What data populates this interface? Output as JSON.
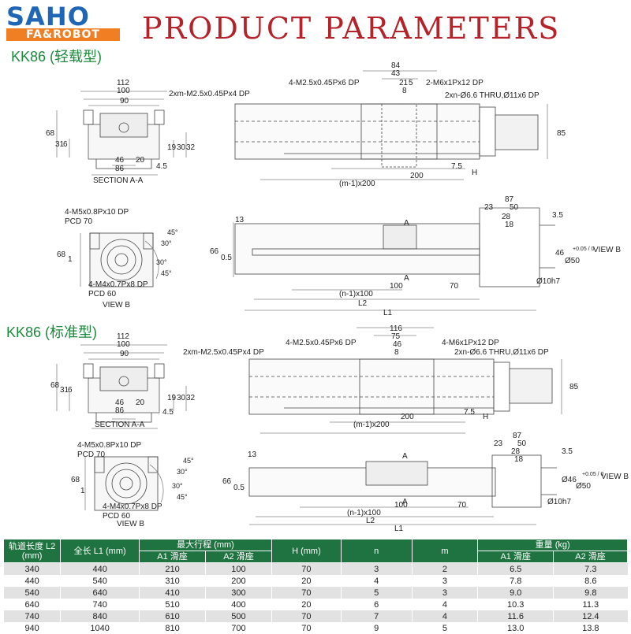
{
  "brand": {
    "logo_main": "SAHO",
    "logo_sub": "FA&ROBOT",
    "primary_color": "#1f66b7",
    "accent_color": "#f07e22"
  },
  "page_title": "PRODUCT PARAMETERS",
  "section_light": {
    "title": "KK86 (轻载型)",
    "section_view": {
      "dims": [
        "112",
        "100",
        "90",
        "68",
        "31",
        "6",
        "46",
        "20",
        "86",
        "19",
        "30",
        "32",
        "4.5"
      ],
      "caption": "SECTION A-A"
    },
    "top_view": {
      "dims": [
        "84",
        "43",
        "21",
        "5",
        "8",
        "85",
        "200",
        "7.5",
        "(m-1)x200",
        "H"
      ],
      "labels": [
        "2xm-M2.5x0.45Px4 DP",
        "4-M2.5x0.45Px6 DP",
        "2-M6x1Px12 DP",
        "2xn-Ø6.6 THRU,Ø11x6 DP"
      ]
    },
    "end_view": {
      "labels": [
        "4-M5x0.8Px10 DP",
        "PCD 70",
        "4-M4x0.7Px8 DP",
        "PCD 60"
      ],
      "angles": [
        "45°",
        "30°",
        "30°",
        "45°"
      ],
      "dims": [
        "68",
        "1"
      ],
      "caption": "VIEW B"
    },
    "side_view": {
      "dims": [
        "13",
        "66",
        "0.5",
        "87",
        "23",
        "50",
        "28",
        "18",
        "3.5",
        "46",
        "Ø50",
        "Ø10h7",
        "100",
        "70",
        "(n-1)x100",
        "L2",
        "L1"
      ],
      "labels": [
        "A",
        "A",
        "VIEW B"
      ],
      "tolerance": "+0.05 / 0"
    }
  },
  "section_standard": {
    "title": "KK86 (标准型)",
    "section_view": {
      "dims": [
        "112",
        "100",
        "90",
        "68",
        "31",
        "6",
        "46",
        "20",
        "86",
        "19",
        "30",
        "32",
        "4.5"
      ],
      "caption": "SECTION A-A"
    },
    "top_view": {
      "dims": [
        "116",
        "75",
        "46",
        "8",
        "85",
        "200",
        "7.5",
        "(m-1)x200",
        "H"
      ],
      "labels": [
        "2xm-M2.5x0.45Px4 DP",
        "4-M2.5x0.45Px6 DP",
        "4-M6x1Px12 DP",
        "2xn-Ø6.6 THRU,Ø11x6 DP"
      ]
    },
    "end_view": {
      "labels": [
        "4-M5x0.8Px10 DP",
        "PCD 70",
        "4-M4x0.7Px8 DP",
        "PCD 60"
      ],
      "angles": [
        "45°",
        "30°",
        "30°",
        "45°"
      ],
      "dims": [
        "68",
        "1"
      ],
      "caption": "VIEW B"
    },
    "side_view": {
      "dims": [
        "13",
        "66",
        "0.5",
        "87",
        "23",
        "50",
        "28",
        "18",
        "3.5",
        "Ø46",
        "Ø50",
        "Ø10h7",
        "100",
        "70",
        "(n-1)x100",
        "L2",
        "L1"
      ],
      "labels": [
        "A",
        "A",
        "VIEW B"
      ],
      "tolerance": "+0.05 / 0"
    }
  },
  "table": {
    "header_color": "#1e7340",
    "headers": {
      "l2": "轨道长度 L2 (mm)",
      "l1": "全长 L1 (mm)",
      "stroke": "最大行程 (mm)",
      "stroke_a1": "A1 滑座",
      "stroke_a2": "A2 滑座",
      "h": "H (mm)",
      "n": "n",
      "m": "m",
      "weight": "重量 (kg)",
      "weight_a1": "A1 滑座",
      "weight_a2": "A2 滑座"
    },
    "rows": [
      [
        "340",
        "440",
        "210",
        "100",
        "70",
        "3",
        "2",
        "6.5",
        "7.3"
      ],
      [
        "440",
        "540",
        "310",
        "200",
        "20",
        "4",
        "3",
        "7.8",
        "8.6"
      ],
      [
        "540",
        "640",
        "410",
        "300",
        "70",
        "5",
        "3",
        "9.0",
        "9.8"
      ],
      [
        "640",
        "740",
        "510",
        "400",
        "20",
        "6",
        "4",
        "10.3",
        "11.3"
      ],
      [
        "740",
        "840",
        "610",
        "500",
        "70",
        "7",
        "4",
        "11.6",
        "12.4"
      ],
      [
        "940",
        "1040",
        "810",
        "700",
        "70",
        "9",
        "5",
        "13.0",
        "13.8"
      ]
    ]
  }
}
